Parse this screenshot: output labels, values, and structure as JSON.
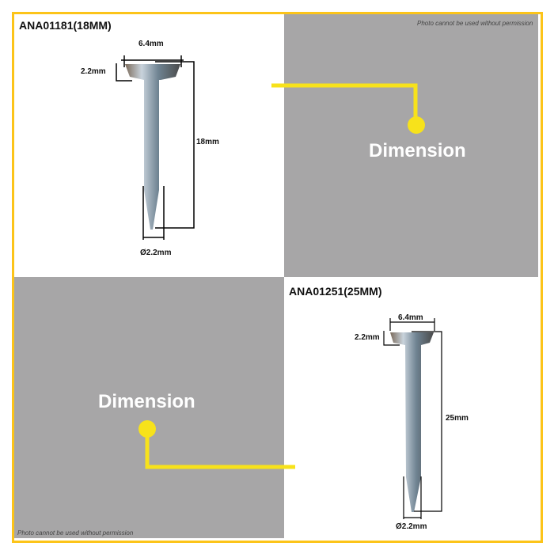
{
  "watermark_text": "Photo cannot be used without permission",
  "panels": [
    {
      "title": "ANA01181(18MM)",
      "head_width": "6.4mm",
      "head_height": "2.2mm",
      "length": "18mm",
      "diameter": "Ø2.2mm"
    },
    {
      "title": "ANA01251(25MM)",
      "head_width": "6.4mm",
      "head_height": "2.2mm",
      "length": "25mm",
      "diameter": "Ø2.2mm"
    }
  ],
  "callouts": [
    "Dimension",
    "Dimension"
  ],
  "colors": {
    "frame": "#fcc419",
    "connector": "#f7e21b",
    "panel_gray": "#a7a6a7"
  }
}
